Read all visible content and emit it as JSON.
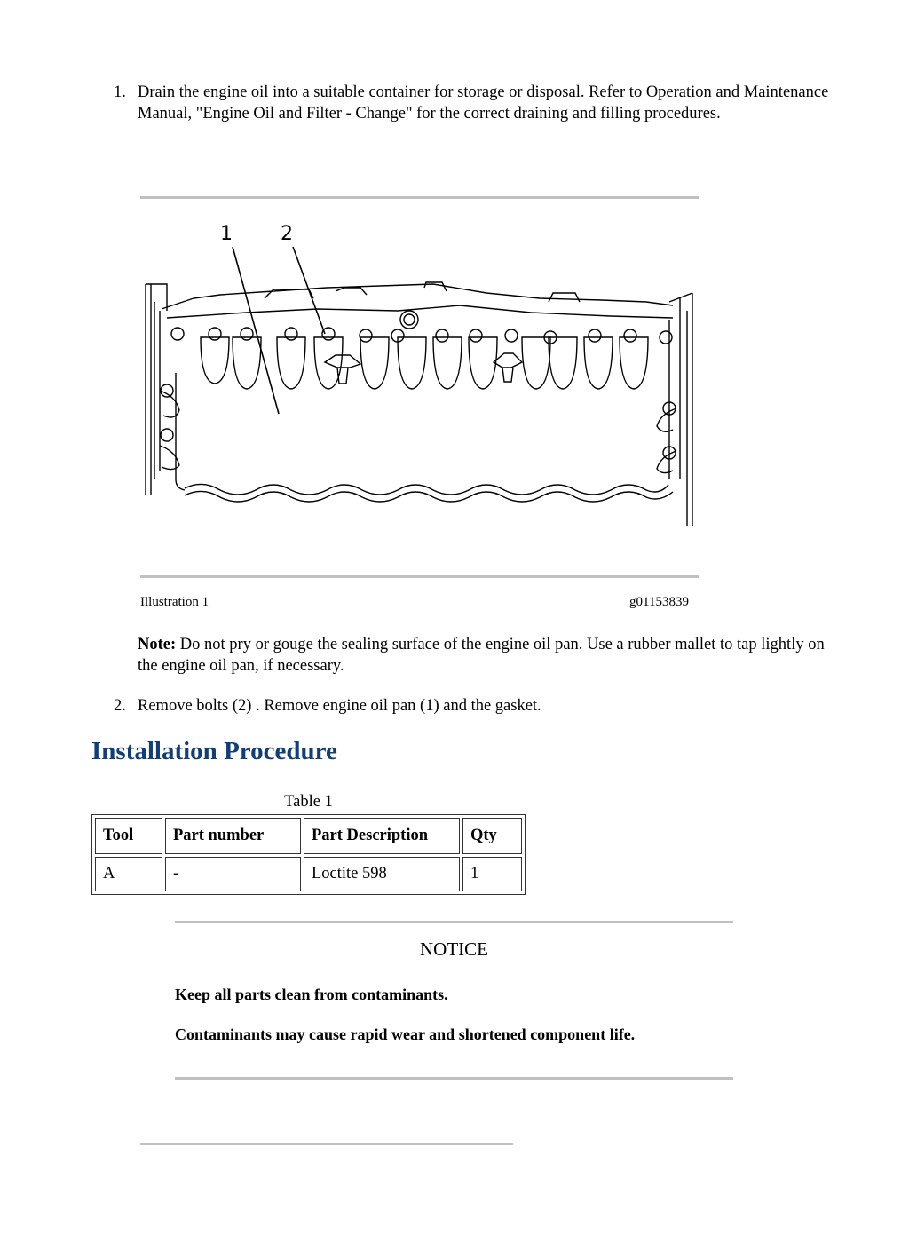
{
  "steps": [
    {
      "number": "1.",
      "text": "Drain the engine oil into a suitable container for storage or disposal. Refer to Operation and Maintenance Manual, \"Engine Oil and Filter - Change\" for the correct draining and filling procedures."
    },
    {
      "number": "2.",
      "text": "Remove bolts (2) . Remove engine oil pan (1) and the gasket."
    }
  ],
  "illustration": {
    "callouts": [
      "1",
      "2"
    ],
    "caption_label": "Illustration 1",
    "caption_id": "g01153839"
  },
  "note": {
    "label": "Note:",
    "text": " Do not pry or gouge the sealing surface of the engine oil pan. Use a rubber mallet to tap lightly on the engine oil pan, if necessary."
  },
  "section_title": "Installation Procedure",
  "table": {
    "caption": "Table 1",
    "headers": [
      "Tool",
      "Part number",
      "Part Description",
      "Qty"
    ],
    "rows": [
      [
        "A",
        "-",
        "Loctite 598",
        "1"
      ]
    ]
  },
  "notice": {
    "title": "NOTICE",
    "lines": [
      "Keep all parts clean from contaminants.",
      "Contaminants may cause rapid wear and shortened component life."
    ]
  }
}
